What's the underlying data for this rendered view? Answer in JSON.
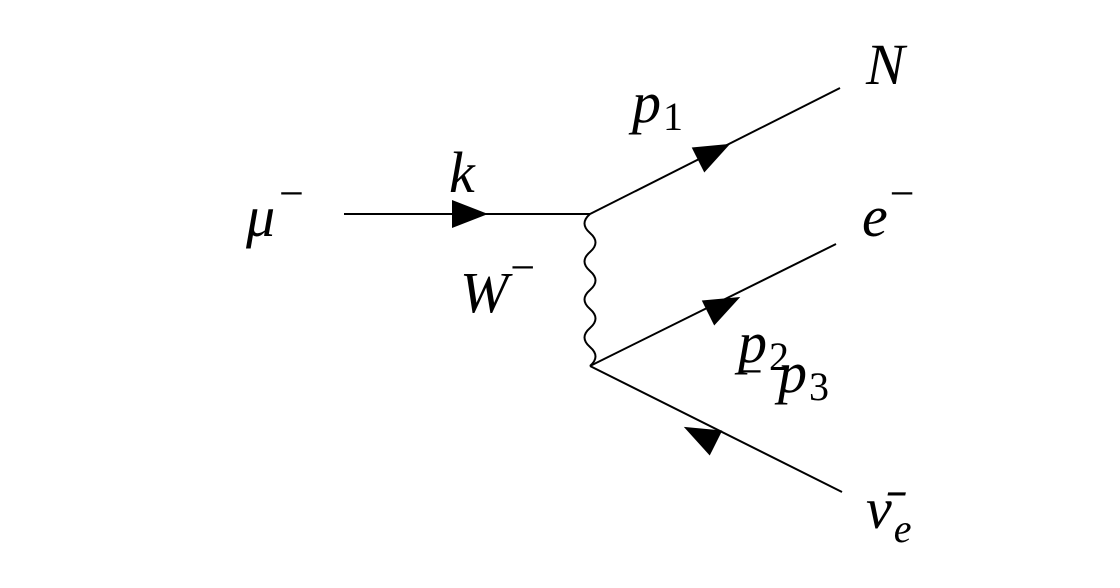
{
  "diagram": {
    "labels": {
      "muon": {
        "base": "μ",
        "sup": "−"
      },
      "k": {
        "base": "k"
      },
      "p1": {
        "base": "p",
        "sub": "1"
      },
      "N": {
        "base": "N"
      },
      "W": {
        "base": "W",
        "sup": "−"
      },
      "electron": {
        "base": "e",
        "sup": "−"
      },
      "p2": {
        "base": "p",
        "sub": "2"
      },
      "p3": {
        "base": "p",
        "sub": "3"
      },
      "minus_sign": "−",
      "nu": {
        "base": "ν̄",
        "sub": "e"
      }
    },
    "colors": {
      "line": "#000000",
      "background": "#ffffff"
    }
  }
}
